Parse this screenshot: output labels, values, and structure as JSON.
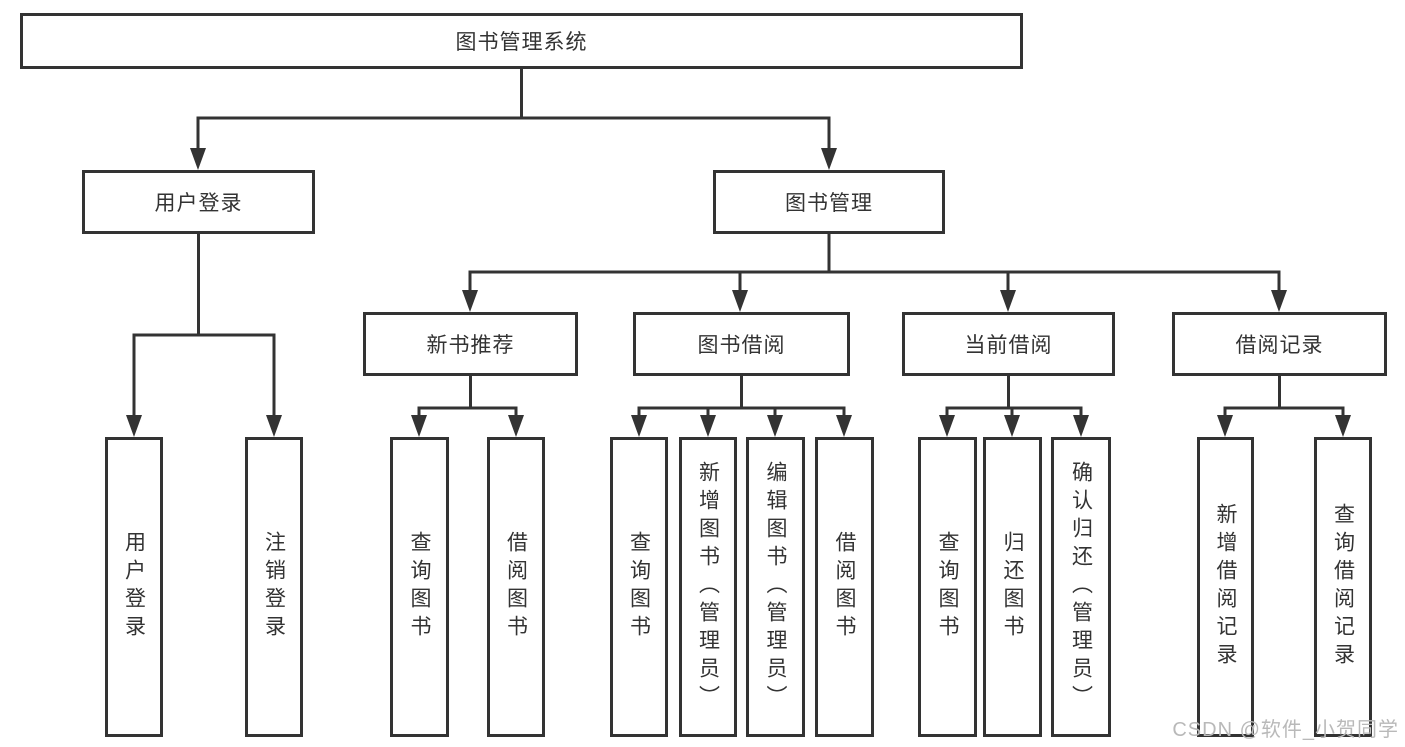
{
  "tree": {
    "root": "图书管理系统",
    "children": [
      {
        "label": "用户登录",
        "children": [
          "用户登录",
          "注销登录"
        ]
      },
      {
        "label": "图书管理",
        "children": [
          {
            "label": "新书推荐",
            "children": [
              "查询图书",
              "借阅图书"
            ]
          },
          {
            "label": "图书借阅",
            "children": [
              "查询图书",
              "新增图书（管理员）",
              "编辑图书（管理员）",
              "借阅图书"
            ]
          },
          {
            "label": "当前借阅",
            "children": [
              "查询图书",
              "归还图书",
              "确认归还（管理员）"
            ]
          },
          {
            "label": "借阅记录",
            "children": [
              "新增借阅记录",
              "查询借阅记录"
            ]
          }
        ]
      }
    ]
  },
  "watermark": {
    "text": "CSDN @软件_小贺同学",
    "color": "#b9b9b9"
  },
  "colors": {
    "line": "#333333",
    "box_border": "#333333",
    "text": "#333333",
    "background": "#ffffff"
  }
}
